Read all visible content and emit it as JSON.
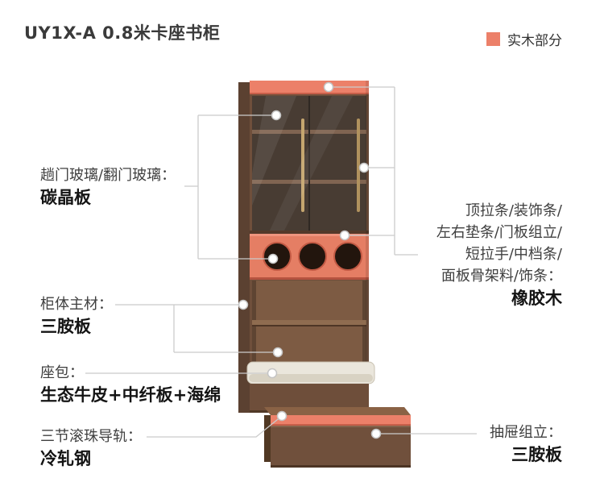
{
  "page": {
    "title": "UY1X-A 0.8米卡座书柜",
    "legend": {
      "label": "实木部分",
      "color": "#ec8069"
    }
  },
  "callouts": {
    "glass": {
      "line1": "趟门玻璃/翻门玻璃：",
      "value": "碳晶板"
    },
    "cabinet_body": {
      "line1": "柜体主材：",
      "value": "三胺板"
    },
    "seat": {
      "line1": "座包：",
      "value": "生态牛皮+中纤板+海绵"
    },
    "rail": {
      "line1": "三节滚珠导轨：",
      "value": "冷轧钢"
    },
    "solid_wood": {
      "line1": "顶拉条/装饰条/",
      "line2": "左右垫条/门板组立/",
      "line3": "短拉手/中档条/",
      "line4": "面板骨架料/饰条：",
      "value": "橡胶木"
    },
    "drawer": {
      "line1": "抽屉组立：",
      "value": "三胺板"
    }
  },
  "palette": {
    "accent": "#ec8069",
    "wood": "#6f4f3b",
    "wood_dark": "#5b4131",
    "leader_line": "#cbcbcb"
  }
}
